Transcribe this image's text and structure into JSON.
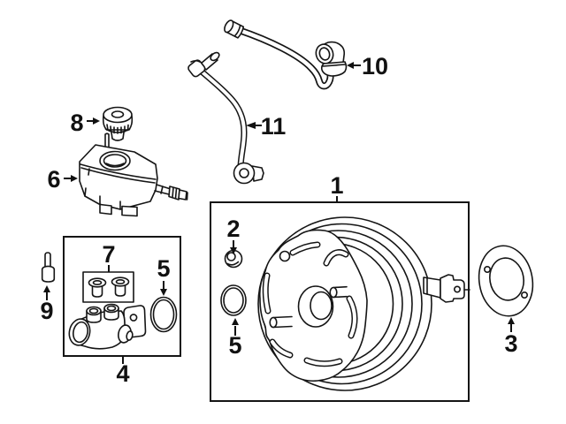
{
  "figure": {
    "background": "#ffffff",
    "line_color": "#151515",
    "callouts": [
      {
        "number": "1"
      },
      {
        "number": "2"
      },
      {
        "number": "3"
      },
      {
        "number": "4"
      },
      {
        "number": "5"
      },
      {
        "number": "5"
      },
      {
        "number": "6"
      },
      {
        "number": "7"
      },
      {
        "number": "8"
      },
      {
        "number": "9"
      },
      {
        "number": "10"
      },
      {
        "number": "11"
      }
    ]
  }
}
